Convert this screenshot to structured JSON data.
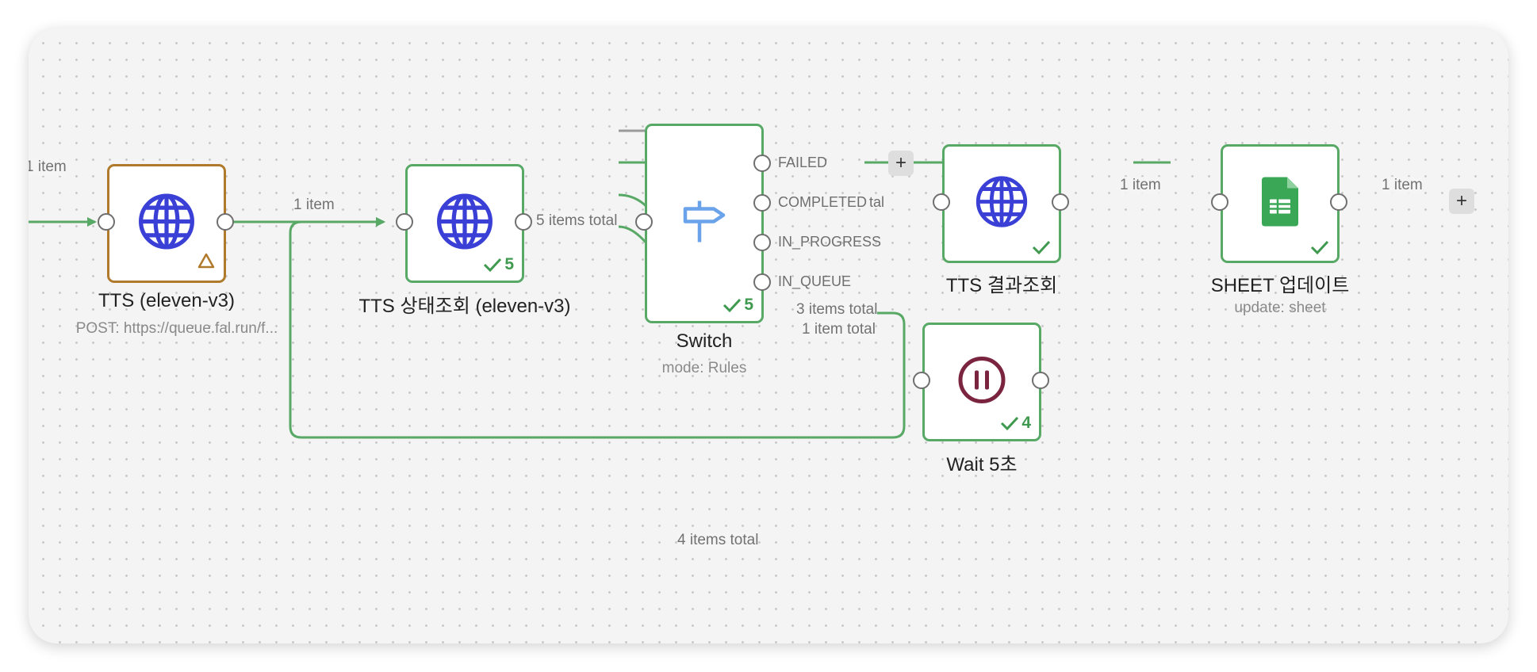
{
  "nodes": {
    "tts": {
      "title": "TTS (eleven-v3)",
      "subtitle": "POST: https://queue.fal.run/f...",
      "icon": "globe-icon",
      "status": "warning-triangle-icon"
    },
    "tts_status": {
      "title": "TTS 상태조회 (eleven-v3)",
      "count": "5",
      "icon": "globe-icon"
    },
    "switch": {
      "title": "Switch",
      "subtitle": "mode: Rules",
      "count": "5",
      "icon": "signpost-icon",
      "outputs": [
        "FAILED",
        "COMPLETED",
        "IN_PROGRESS",
        "IN_QUEUE"
      ]
    },
    "tts_result": {
      "title": "TTS 결과조회",
      "icon": "globe-icon"
    },
    "sheet": {
      "title": "SHEET 업데이트",
      "subtitle": "update: sheet",
      "icon": "google-sheets-icon"
    },
    "wait": {
      "title": "Wait 5초",
      "count": "4",
      "icon": "pause-icon"
    }
  },
  "edges": {
    "incoming": "1 item",
    "tts_to_status": "1 item",
    "status_to_switch": "5 items total",
    "completed_total": "tal",
    "result_to_sheet": "1 item",
    "sheet_out": "1 item",
    "progress_total": "3 items total",
    "queue_total": "1 item total",
    "wait_loop": "4 items total"
  },
  "buttons": {
    "add": "+"
  },
  "colors": {
    "success": "#58a866",
    "warning": "#b07a2c",
    "globe": "#3a3fd6",
    "pause": "#7a2440",
    "sheets": "#3aa757",
    "switch": "#6aa3ea"
  }
}
